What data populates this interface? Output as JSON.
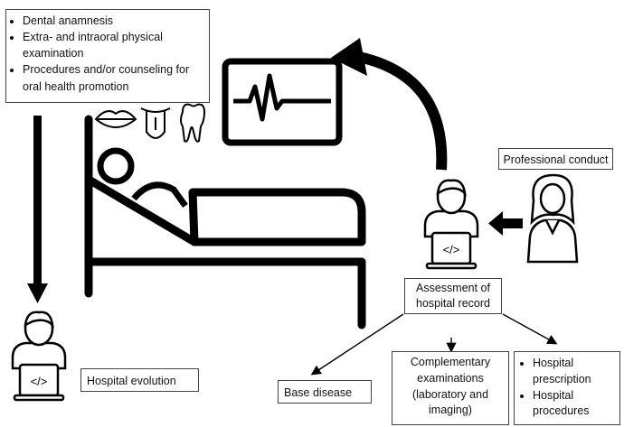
{
  "top_box": {
    "items": [
      "Dental anamnesis",
      "Extra- and intraoral physical examination",
      "Procedures and/or counseling for oral health promotion"
    ]
  },
  "professional_conduct": "Professional conduct",
  "assessment": "Assessment of hospital record",
  "hospital_evolution": "Hospital evolution",
  "base_disease": "Base disease",
  "complementary": "Complementary examinations (laboratory and imaging)",
  "hospital_list": {
    "items": [
      "Hospital prescription",
      "Hospital procedures"
    ]
  },
  "laptop_code": "</>"
}
